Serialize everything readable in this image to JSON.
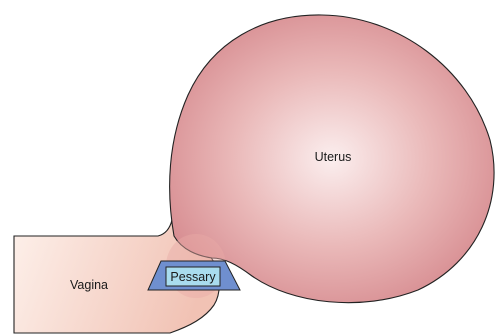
{
  "labels": {
    "uterus": "Uterus",
    "vagina": "Vagina",
    "pessary": "Pessary"
  },
  "colors": {
    "uterus_center": "#fbeeee",
    "uterus_mid": "#eab9b9",
    "uterus_edge": "#d88f93",
    "vagina_light": "#fdf0ea",
    "vagina_dark": "#f1c2b4",
    "pessary_fill": "#6f8fcf",
    "pessary_box": "#a9dcee",
    "outline": "#222222"
  }
}
